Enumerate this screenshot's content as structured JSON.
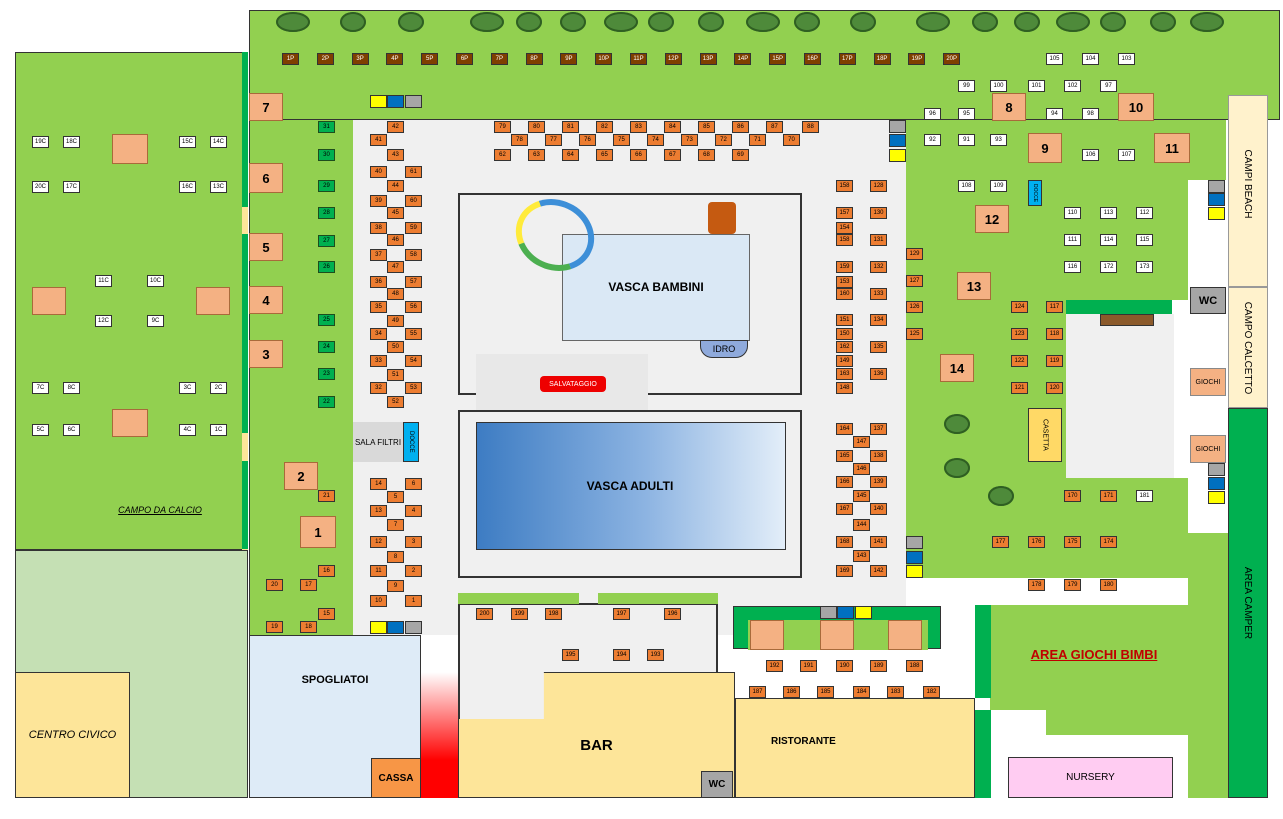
{
  "labels": {
    "vasca_bambini": "VASCA BAMBINI",
    "idro": "IDRO",
    "salvataggio": "SALVATAGGIO",
    "vasca_adulti": "VASCA ADULTI",
    "sala_filtri": "SALA FILTRI",
    "docce": "DOCCE",
    "spogliatoi": "SPOGLIATOI",
    "cassa": "CASSA",
    "bar": "BAR",
    "wc": "WC",
    "ristorante": "RISTORANTE",
    "centro_civico": "CENTRO CIVICO",
    "campo_da_calcio": "CAMPO DA CALCIO",
    "campi_beach": "CAMPI BEACH",
    "campo_calcetto": "CAMPO CALCETTO",
    "area_camper": "AREA CAMPER",
    "area_giochi_bimbi": "AREA GIOCHI BIMBI",
    "nursery": "NURSERY",
    "giochi": "GIOCHI",
    "casetta": "CASETTA"
  },
  "big_numbers": [
    "1",
    "2",
    "3",
    "4",
    "5",
    "6",
    "7",
    "8",
    "9",
    "10",
    "11",
    "12",
    "13",
    "14"
  ],
  "umbrellas_brown": [
    "1P",
    "2P",
    "3P",
    "4P",
    "5P",
    "6P",
    "7P",
    "8P",
    "9P",
    "10P",
    "11P",
    "12P",
    "13P",
    "14P",
    "15P",
    "16P",
    "17P",
    "18P",
    "19P",
    "20P"
  ],
  "umbrellas_green": [
    "31",
    "30",
    "29",
    "28",
    "27",
    "26",
    "25",
    "24",
    "23",
    "22"
  ],
  "umbrellas_white_field": [
    "19C",
    "18C",
    "15C",
    "14C",
    "20C",
    "17C",
    "16C",
    "13C",
    "11C",
    "10C",
    "12C",
    "9C",
    "7C",
    "8C",
    "3C",
    "2C",
    "5C",
    "6C",
    "4C",
    "1C"
  ],
  "umbrellas_white_east": [
    "105",
    "104",
    "103",
    "99",
    "100",
    "101",
    "102",
    "97",
    "96",
    "95",
    "94",
    "98",
    "92",
    "91",
    "93",
    "106",
    "107",
    "108",
    "109",
    "110",
    "113",
    "112",
    "111",
    "114",
    "115",
    "116",
    "172",
    "173",
    "181"
  ],
  "umbrellas_orange": [
    "42",
    "41",
    "43",
    "40",
    "61",
    "44",
    "39",
    "60",
    "45",
    "38",
    "59",
    "46",
    "37",
    "58",
    "47",
    "36",
    "57",
    "48",
    "35",
    "56",
    "49",
    "34",
    "55",
    "50",
    "33",
    "54",
    "51",
    "32",
    "53",
    "52",
    "14",
    "6",
    "5",
    "13",
    "4",
    "7",
    "12",
    "3",
    "8",
    "11",
    "2",
    "9",
    "10",
    "1",
    "79",
    "80",
    "81",
    "82",
    "83",
    "84",
    "85",
    "86",
    "87",
    "88",
    "78",
    "77",
    "76",
    "75",
    "74",
    "73",
    "72",
    "71",
    "70",
    "62",
    "63",
    "64",
    "65",
    "66",
    "67",
    "68",
    "69",
    "158",
    "128",
    "157",
    "130",
    "154",
    "158",
    "131",
    "159",
    "132",
    "153",
    "160",
    "133",
    "151",
    "134",
    "150",
    "162",
    "135",
    "149",
    "163",
    "136",
    "148",
    "164",
    "137",
    "147",
    "165",
    "138",
    "146",
    "166",
    "139",
    "145",
    "167",
    "140",
    "144",
    "168",
    "141",
    "143",
    "169",
    "142",
    "129",
    "127",
    "126",
    "125",
    "124",
    "117",
    "123",
    "118",
    "122",
    "119",
    "121",
    "120",
    "170",
    "171",
    "177",
    "176",
    "175",
    "174",
    "178",
    "179",
    "180",
    "200",
    "199",
    "198",
    "197",
    "196",
    "195",
    "194",
    "193",
    "192",
    "191",
    "190",
    "189",
    "188",
    "187",
    "186",
    "185",
    "184",
    "183",
    "182",
    "21",
    "20",
    "17",
    "16",
    "15",
    "19",
    "18"
  ],
  "colors": {
    "grass": "#92d050",
    "dark_green": "#00b050",
    "pale_green": "#c5e0b4",
    "building_yellow": "#fde599",
    "pool_blue": "#dae8f5",
    "umbrella_orange": "#ed7d31",
    "umbrella_brown": "#7f3f00",
    "red": "#ff0000",
    "label_red": "#c00000"
  }
}
